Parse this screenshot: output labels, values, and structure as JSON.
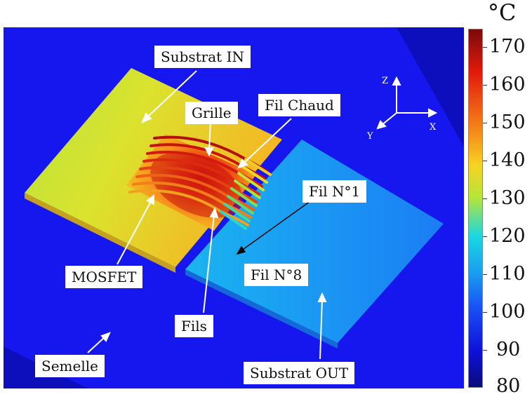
{
  "labels": {
    "substrat_in": "Substrat IN",
    "grille": "Grille",
    "fil_chaud": "Fil Chaud",
    "fil_n1": "Fil N°1",
    "mosfet": "MOSFET",
    "fil_n8": "Fil N°8",
    "fils": "Fils",
    "semelle": "Semelle",
    "substrat_out": "Substrat OUT"
  },
  "axes": {
    "z": "Z",
    "y": "Y",
    "x": "X"
  },
  "colorbar": {
    "unit": "°C",
    "ticks": [
      "170",
      "160",
      "150",
      "140",
      "130",
      "120",
      "110",
      "100",
      "90",
      "80"
    ],
    "colors": {
      "top": "#7a0a0a",
      "hot": "#e21a0c",
      "orange": "#f6861a",
      "yellow": "#f7d322",
      "lime": "#b6e53a",
      "cyan": "#19d6e2",
      "sky": "#1a9ef0",
      "blue": "#1a4ff5",
      "deep": "#0f10d8",
      "bottom": "#0a0b7a"
    }
  }
}
